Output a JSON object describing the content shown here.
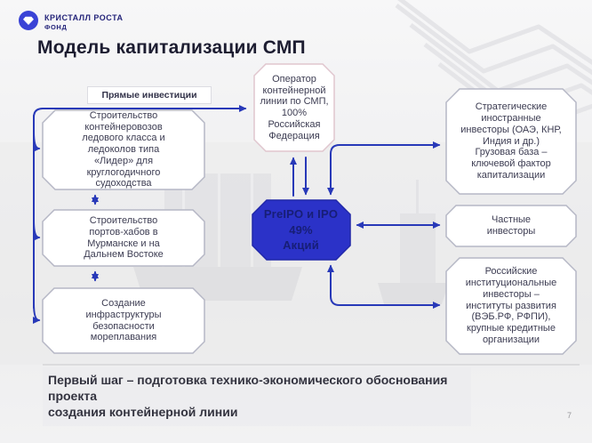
{
  "brand": {
    "name": "КРИСТАЛЛ РОСТА",
    "sub": "ФОНД"
  },
  "title": "Модель капитализации СМП",
  "diagram": {
    "direct_investments_label": "Прямые инвестиции",
    "left_boxes": [
      {
        "label": "Строительство\nконтейнеровозов\nледового класса и\nледоколов типа\n«Лидер» для\nкруглогодичного\nсудоходства"
      },
      {
        "label": "Строительство\nпортов-хабов в\nМурманске и на\nДальнем Востоке"
      },
      {
        "label": "Создание\nинфраструктуры\nбезопасности\nмореплавания"
      }
    ],
    "operator_box": {
      "label": "Оператор\nконтейнерной\nлинии по СМП,\n100%\nРоссийская\nФедерация"
    },
    "ipo_box": {
      "label": "PreIPO и IPO\n49%\nАкций"
    },
    "right_boxes": [
      {
        "label": "Стратегические\nиностранные\nинвесторы (ОАЭ, КНР,\nИндия и др.)\nГрузовая база –\nключевой фактор\nкапитализации"
      },
      {
        "label": "Частные\nинвесторы"
      },
      {
        "label": "Российские\nинституциональные\nинвесторы –\nинституты развития\n(ВЭБ.РФ, РФПИ),\nкрупные кредитные\nорганизации"
      }
    ]
  },
  "footer": {
    "text": "Первый шаг – подготовка технико-экономического обоснования проекта\nсоздания контейнерной линии",
    "page_number": "7"
  },
  "colors": {
    "accent_blue": "#2b32c8",
    "arrow_blue": "#2839b8",
    "box_border_gray": "#b5b7c5",
    "operator_border_pink": "#e0c6ce",
    "ipo_text_navy": "#171e76"
  }
}
